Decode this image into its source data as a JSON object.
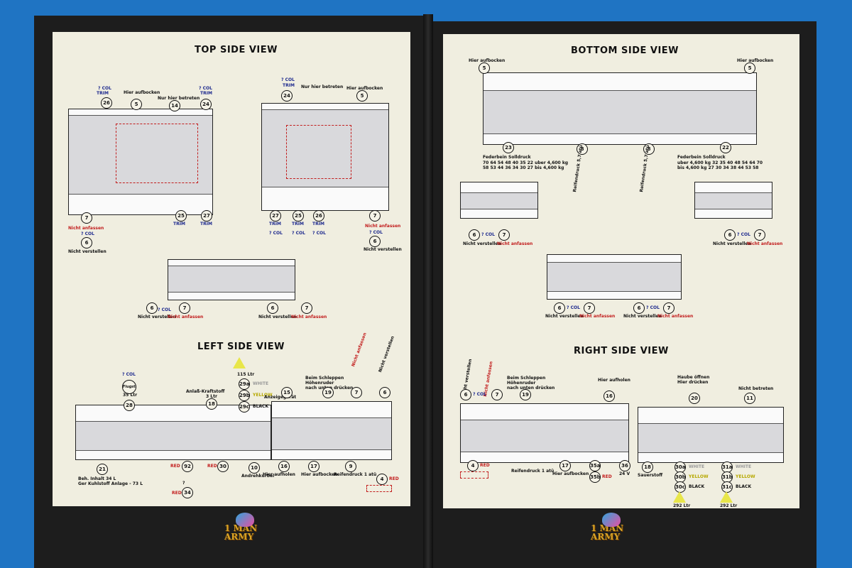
{
  "left_page": {
    "top_view": {
      "title": "TOP SIDE VIEW",
      "labels": {
        "col_trim_a": "? COL",
        "trim_a": "TRIM",
        "hier_aufbocken": "Hier aufbocken",
        "nur_hier_betreten": "Nur hier betreten",
        "col_trim_b": "? COL",
        "trim_b": "TRIM",
        "col_trim_c": "? COL",
        "trim_c": "TRIM",
        "nur_hier_betreten_2": "Nur hier betreten",
        "hier_aufbocken_2": "Hier aufbocken",
        "nicht_anfassen_l": "Nicht anfassen",
        "col_l": "? COL",
        "nicht_verstellen_l": "Nicht verstellen",
        "nicht_anfassen_r": "Nicht anfassen",
        "col_r": "? COL",
        "nicht_verstellen_r": "Nicht verstellen",
        "trim_25a": "TRIM",
        "trim_27a": "TRIM",
        "trim_27b": "TRIM",
        "trim_25b": "TRIM",
        "trim_26b": "TRIM",
        "col_27b": "? COL",
        "col_25b": "? COL",
        "col_26b": "? COL",
        "tail_col": "? COL",
        "tail_nv_a": "Nicht verstellen",
        "tail_na_a": "Nicht anfassen",
        "tail_nv_b": "Nicht verstellen",
        "tail_na_b": "Nicht anfassen"
      },
      "callouts": [
        "26",
        "5",
        "14",
        "24",
        "24",
        "5",
        "7",
        "6",
        "25",
        "27",
        "27",
        "25",
        "26",
        "7",
        "6",
        "6",
        "7",
        "6",
        "7"
      ]
    },
    "left_view": {
      "title": "LEFT SIDE VIEW",
      "labels": {
        "col": "? COL",
        "flugstoff": "Flugst.",
        "flugstoff_ltr": "35 Ltr",
        "anlass": "Anlaß-Kraftstoff",
        "anlass_ltr": "3 Ltr",
        "tri_ltr": "115 Ltr",
        "white": "WHITE",
        "yellow": "YELLOW",
        "black": "BLACK",
        "anzeigegerat": "Anzeigegerät",
        "beim_schleppen": "Beim Schleppen",
        "hohenruder": "Höhenruder",
        "nach_unten": "nach unten drücken",
        "nicht_anfassen": "Nicht anfassen",
        "nicht_verstellen": "Nicht verstellen",
        "beh_inhalt": "Beh. Inhalt 34 L",
        "ger_kuhlstoff": "Ger Kuhlstoff Anlage - 73 L",
        "red_92": "RED",
        "red_30": "RED",
        "andrehkurbel": "Andrehkurbel",
        "hier_aufholen": "Hier aufholen",
        "hier_aufbocken": "Hier aufbocken",
        "reifendruck": "Reifendruck 1 atü",
        "red_4": "RED",
        "red_34": "RED",
        "q": "?"
      },
      "callouts": [
        "28",
        "18",
        "29a",
        "29b",
        "29c",
        "15",
        "19",
        "7",
        "6",
        "21",
        "92",
        "30",
        "10",
        "16",
        "17",
        "9",
        "4",
        "34"
      ]
    }
  },
  "right_page": {
    "bottom_view": {
      "title": "BOTTOM SIDE VIEW",
      "labels": {
        "hier_aufbocken_l": "Hier aufbocken",
        "hier_aufbocken_r": "Hier aufbocken",
        "federbein_l": "Federbein Solldruck",
        "federbein_l_row1": "70 64 54 48 40 35 22 uber 4,600 kg",
        "federbein_l_row2": "58 53 44 36 34 30 27 bis 4,600 kg",
        "federbein_r": "Federbein Solldruck",
        "federbein_r_row1": "uber 4,600 kg 32 35 40 48 54 64 70",
        "federbein_r_row2": "bis 4,600 kg 27 30 34 38 44 53 58",
        "reifendruck_l": "Reifendruck 5,7 atü",
        "reifendruck_r": "Reifendruck 5,7 atü",
        "col_l": "? COL",
        "nv_l": "Nicht verstellen",
        "na_l": "Nicht anfassen",
        "col_r": "? COL",
        "nv_r": "Nicht verstellen",
        "na_r": "Nicht anfassen",
        "tail_col_a": "? COL",
        "tail_nv_a": "Nicht verstellen",
        "tail_na_a": "Nicht anfassen",
        "tail_col_b": "? COL",
        "tail_nv_b": "Nicht verstellen",
        "tail_na_b": "Nicht anfassen"
      },
      "callouts": [
        "5",
        "5",
        "23",
        "8",
        "8",
        "22",
        "6",
        "7",
        "6",
        "7",
        "6",
        "7",
        "6",
        "7"
      ]
    },
    "right_view": {
      "title": "RIGHT SIDE VIEW",
      "labels": {
        "nicht_verstellen": "Nicht verstellen",
        "nicht_anfassen": "Nicht anfassen",
        "col": "? COL",
        "beim_schleppen": "Beim Schleppen",
        "hohenruder": "Höhenruder",
        "nach_unten": "nach unten drücken",
        "hier_aufholen": "Hier aufholen",
        "haube_offnen": "Haube öffnen",
        "hier_drucken": "Hier drücken",
        "nicht_betreten": "Nicht betreten",
        "red_4": "RED",
        "reifendruck": "Reifendruck 1 atü",
        "hier_aufbocken": "Hier aufbocken",
        "red_35b": "RED",
        "v24": "24 V",
        "sauerstoff": "Sauerstoff",
        "white_a": "WHITE",
        "yellow_a": "YELLOW",
        "black_a": "BLACK",
        "white_b": "WHITE",
        "yellow_b": "YELLOW",
        "black_b": "BLACK",
        "ltr_a": "292 Ltr",
        "ltr_b": "292 Ltr"
      },
      "callouts": [
        "6",
        "7",
        "19",
        "16",
        "20",
        "11",
        "4",
        "17",
        "35a",
        "35b",
        "36",
        "18",
        "30a",
        "30b",
        "30c",
        "31a",
        "31b",
        "31c"
      ]
    }
  },
  "branding": {
    "logo_top": "1 MAN",
    "logo_bottom": "ARMY"
  },
  "colors": {
    "background": "#1f74c3",
    "sheet": "#f0eee0",
    "cover": "#1d1d1d",
    "callout_line": "#3c9c2b",
    "warning_red": "#c21d1d",
    "trim_blue": "#1e2a8e"
  }
}
